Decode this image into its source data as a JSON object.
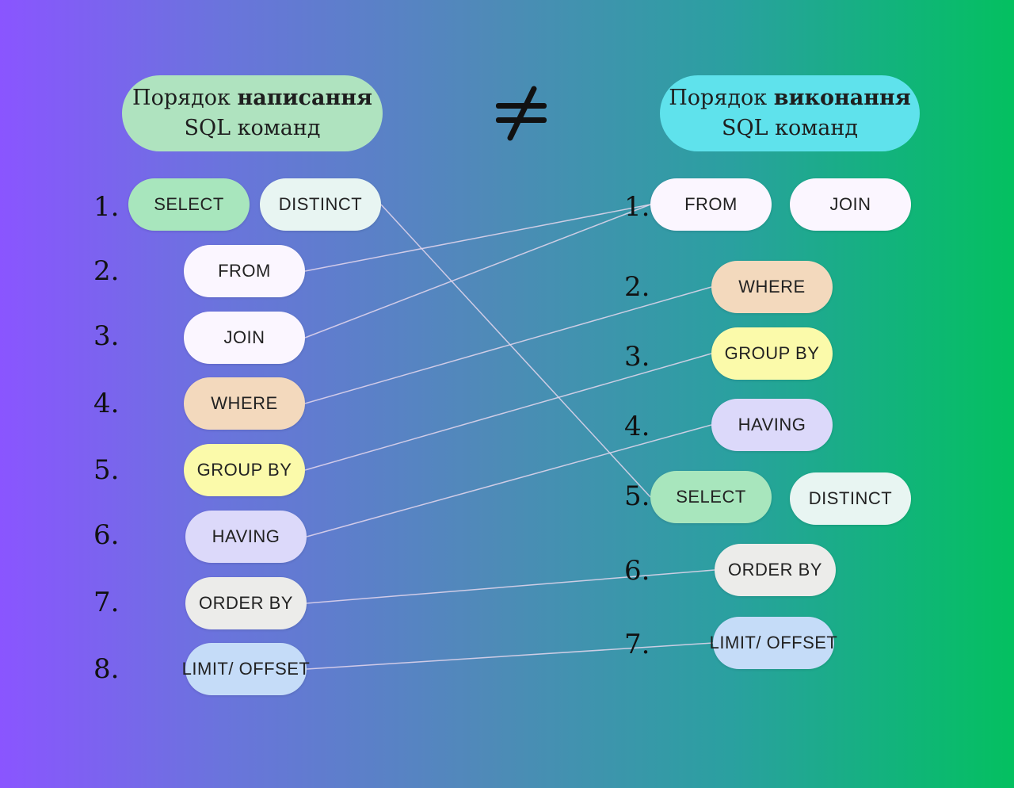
{
  "header_left": {
    "line1_prefix": "Порядок ",
    "line1_bold": "написання",
    "line2": "SQL команд"
  },
  "header_right": {
    "line1_prefix": "Порядок ",
    "line1_bold": "виконання",
    "line2": "SQL команд"
  },
  "not_equal_symbol": "≠",
  "left_numbers": [
    "1.",
    "2.",
    "3.",
    "4.",
    "5.",
    "6.",
    "7.",
    "8."
  ],
  "right_numbers": [
    "1.",
    "2.",
    "3.",
    "4.",
    "5.",
    "6.",
    "7."
  ],
  "left": {
    "select": "SELECT",
    "distinct": "DISTINCT",
    "from": "FROM",
    "join": "JOIN",
    "where": "WHERE",
    "group_by": "GROUP BY",
    "having": "HAVING",
    "order_by": "ORDER BY",
    "limit_offset": "LIMIT/ OFFSET"
  },
  "right": {
    "from": "FROM",
    "join": "JOIN",
    "where": "WHERE",
    "group_by": "GROUP BY",
    "having": "HAVING",
    "select": "SELECT",
    "distinct": "DISTINCT",
    "order_by": "ORDER BY",
    "limit_offset": "LIMIT/ OFFSET"
  },
  "colors": {
    "select": "#a8e6bd",
    "distinct": "#e8f5f2",
    "from": "#fbf6ff",
    "join": "#fbf6ff",
    "where": "#f3d9bd",
    "group_by": "#fbfaaa",
    "having": "#dcd9fa",
    "order_by": "#ececea",
    "limit_offset": "#c5dcf8",
    "connector": "#e6d8ee"
  },
  "connections": [
    [
      "left-from-pill",
      "right-from-pill"
    ],
    [
      "left-join-pill",
      "right-from-pill"
    ],
    [
      "left-where-pill",
      "right-where-pill"
    ],
    [
      "left-group-by-pill",
      "right-group-by-pill"
    ],
    [
      "left-having-pill",
      "right-having-pill"
    ],
    [
      "left-distinct-pill",
      "right-select-pill"
    ],
    [
      "left-order-by-pill",
      "right-order-by-pill"
    ],
    [
      "left-limit-offset-pill",
      "right-limit-offset-pill"
    ]
  ]
}
